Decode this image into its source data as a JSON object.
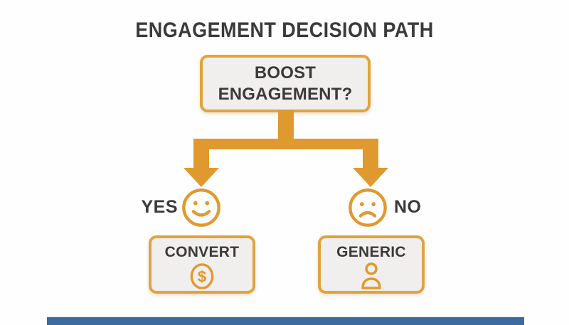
{
  "title": "ENGAGEMENT DECISION PATH",
  "decision": {
    "question": "BOOST ENGAGEMENT?"
  },
  "branches": {
    "yes": {
      "label": "YES",
      "mood_icon": "smiley-face",
      "outcome": {
        "label": "CONVERT",
        "icon": "dollar-coin"
      }
    },
    "no": {
      "label": "NO",
      "mood_icon": "sad-face",
      "outcome": {
        "label": "GENERIC",
        "icon": "person"
      }
    }
  },
  "colors": {
    "accent_orange": "#e0992f",
    "box_border": "#e2a33c",
    "box_fill": "#f0efed",
    "text_dark": "#3b3a38",
    "footer_bar_blue": "#3e6b9f",
    "background": "#fefefe"
  }
}
